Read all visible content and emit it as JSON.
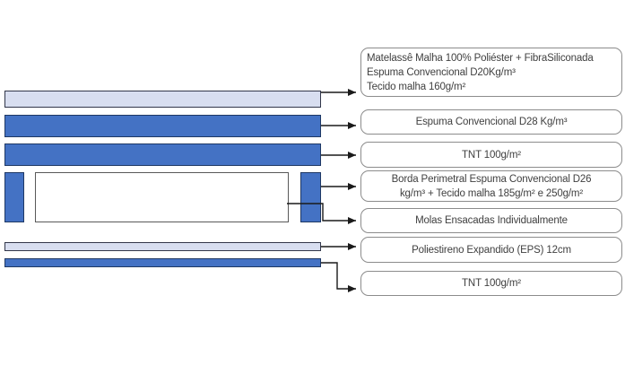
{
  "colors": {
    "blue_fill": "#4472C4",
    "blue_border": "#1F3864",
    "light_fill": "#D8DEF0",
    "light_border": "#32374A",
    "white_box_border": "#595959",
    "label_box_border": "#8C8C8C",
    "text": "#404040",
    "arrow": "#1A1A1A",
    "background": "#FFFFFF"
  },
  "diagram": {
    "layers": [
      {
        "id": "matelasse",
        "name": "matelasse-top-layer",
        "style": "light"
      },
      {
        "id": "espuma-d28",
        "name": "espuma-convencional-d28-layer",
        "style": "blue"
      },
      {
        "id": "tnt-top",
        "name": "tnt-upper-layer",
        "style": "blue"
      },
      {
        "id": "borda-left",
        "name": "borda-perimetral-left",
        "style": "blue"
      },
      {
        "id": "molas",
        "name": "molas-ensacadas-core",
        "style": "white"
      },
      {
        "id": "borda-right",
        "name": "borda-perimetral-right",
        "style": "blue"
      },
      {
        "id": "eps",
        "name": "poliestireno-eps-layer",
        "style": "light"
      },
      {
        "id": "tnt-bottom",
        "name": "tnt-lower-layer",
        "style": "blue"
      }
    ]
  },
  "labels": [
    {
      "id": "matelasse",
      "align": "left",
      "lines": [
        "Matelassê Malha 100% Poliéster + FibraSiliconada",
        "Espuma Convencional D20Kg/m³",
        "Tecido malha 160g/m²"
      ]
    },
    {
      "id": "espuma-d28",
      "align": "center",
      "lines": [
        "Espuma Convencional D28 Kg/m³"
      ]
    },
    {
      "id": "tnt-top",
      "align": "center",
      "lines": [
        "TNT 100g/m²"
      ]
    },
    {
      "id": "borda",
      "align": "center",
      "lines": [
        "Borda Perimetral Espuma Convencional D26",
        "kg/m³ + Tecido malha 185g/m² e 250g/m²"
      ]
    },
    {
      "id": "molas",
      "align": "center",
      "lines": [
        "Molas Ensacadas Individualmente"
      ]
    },
    {
      "id": "eps",
      "align": "center",
      "lines": [
        "Poliestireno Expandido (EPS) 12cm"
      ]
    },
    {
      "id": "tnt-bottom",
      "align": "center",
      "lines": [
        "TNT 100g/m²"
      ]
    }
  ]
}
